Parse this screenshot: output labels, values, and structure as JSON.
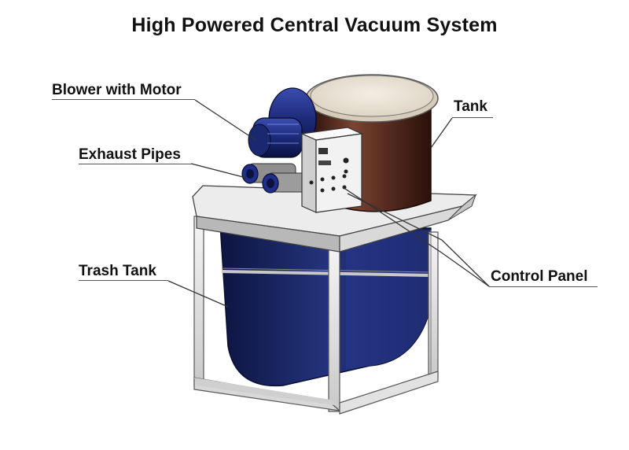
{
  "title": "High Powered Central Vacuum System",
  "labels": {
    "blower": "Blower with Motor",
    "exhaust": "Exhaust Pipes",
    "trash": "Trash Tank",
    "tank": "Tank",
    "control": "Control Panel"
  },
  "colors": {
    "trash_tank": "#1f2c6e",
    "tank_body": "#5a2e22",
    "tank_lid": "#ece5d8",
    "blower": "#1c2a78",
    "frame": "#e6e6e6",
    "control_panel": "#f2f2f2"
  }
}
